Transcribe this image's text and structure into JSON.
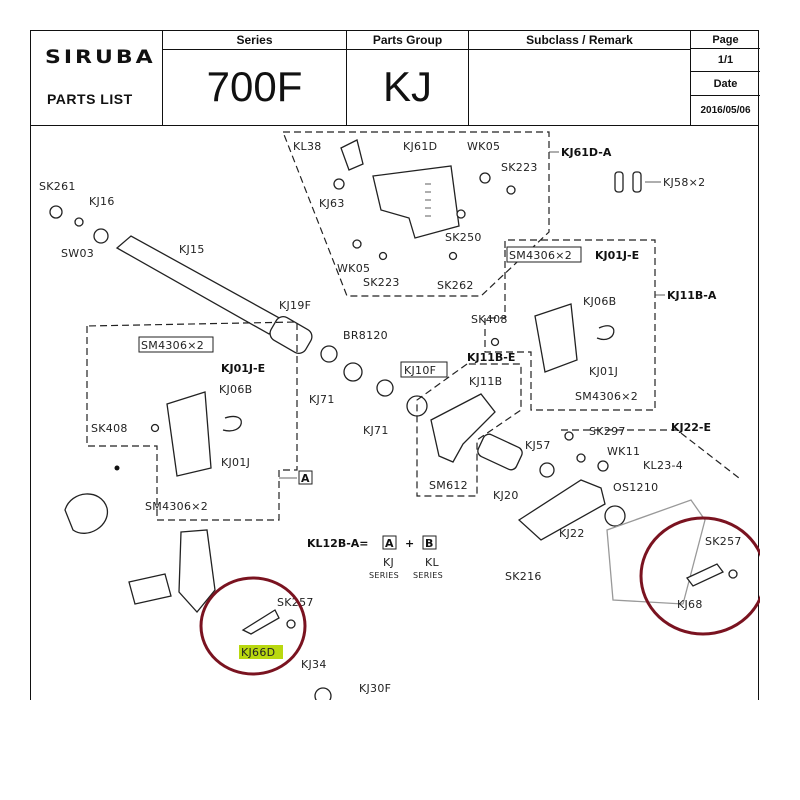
{
  "header": {
    "brand": "SIRUBA",
    "document_type": "PARTS LIST",
    "series_caption": "Series",
    "series_value": "700F",
    "parts_group_caption": "Parts Group",
    "parts_group_value": "KJ",
    "subclass_caption": "Subclass / Remark",
    "subclass_value": "",
    "page_caption": "Page",
    "page_value": "1/1",
    "date_caption": "Date",
    "date_value": "2016/05/06"
  },
  "labels": {
    "kl38": "KL38",
    "kj61d": "KJ61D",
    "wk05_top": "WK05",
    "sk223_top": "SK223",
    "kj61d_a": "KJ61D-A",
    "kj58": "KJ58×2",
    "sk261": "SK261",
    "kj16": "KJ16",
    "sw03": "SW03",
    "kj15": "KJ15",
    "kj63": "KJ63",
    "sk250": "SK250",
    "wk05_bot": "WK05",
    "sk223_bot": "SK223",
    "sk262": "SK262",
    "sm4306_r_top": "SM4306×2",
    "kj01j_e_r": "KJ01J-E",
    "kj11b_a": "KJ11B-A",
    "kj19f": "KJ19F",
    "br8120": "BR8120",
    "sk408_r": "SK408",
    "kj06b_r": "KJ06B",
    "kj71_a": "KJ71",
    "kj10f": "KJ10F",
    "kj11b_e": "KJ11B-E",
    "kj11b": "KJ11B",
    "kj01j_r": "KJ01J",
    "sm4306_r_bot": "SM4306×2",
    "kj71_b": "KJ71",
    "sm4306_l_top": "SM4306×2",
    "kj01j_e_l": "KJ01J-E",
    "kj06b_l": "KJ06B",
    "sk408_l": "SK408",
    "kj01j_l": "KJ01J",
    "sm4306_l_bot": "SM4306×2",
    "series_a_box": "A",
    "kj22_e": "KJ22-E",
    "sk297": "SK297",
    "kj57": "KJ57",
    "wk11": "WK11",
    "kl23_4": "KL23-4",
    "sm612": "SM612",
    "kj20": "KJ20",
    "os1210": "OS1210",
    "kj22": "KJ22",
    "sk216": "SK216",
    "sk257_r": "SK257",
    "kj68": "KJ68",
    "kl12b_a": "KL12B-A=",
    "legend_a": "A",
    "legend_plus": "+",
    "legend_b": "B",
    "legend_kj": "KJ",
    "legend_kj_series": "SERIES",
    "legend_kl": "KL",
    "legend_kl_series": "SERIES",
    "sk257_l": "SK257",
    "kj66d": "KJ66D",
    "kj34": "KJ34",
    "kj30f": "KJ30F"
  },
  "colors": {
    "highlight_circle": "#7a1320",
    "text_highlight": "#b9d80f"
  }
}
